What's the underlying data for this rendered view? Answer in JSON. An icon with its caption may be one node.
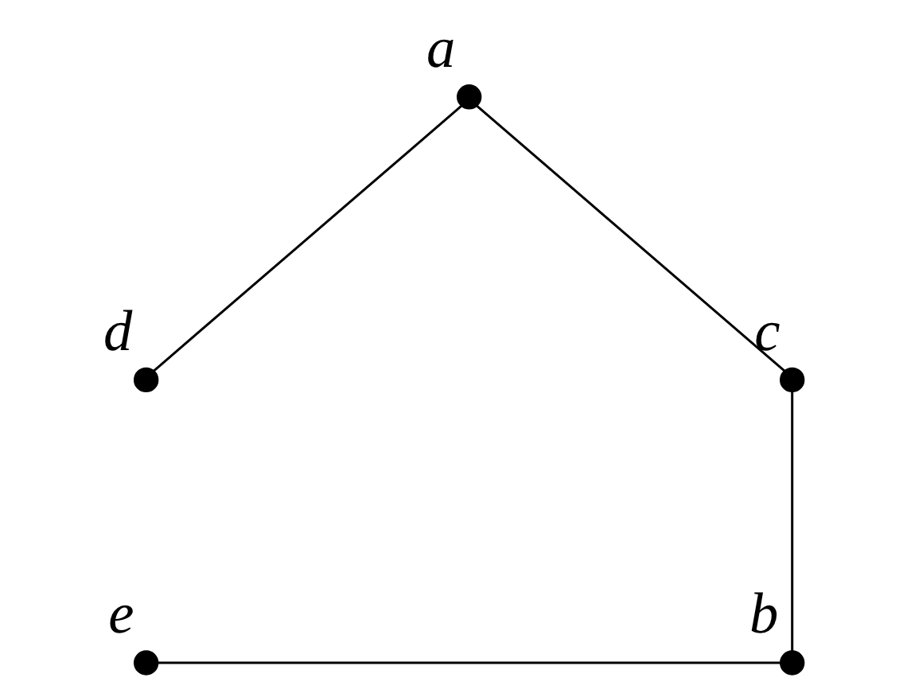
{
  "diagram": {
    "nodes": [
      {
        "text": [],
        "shape": "circle",
        "beside": [
          "a"
        ]
      },
      {
        "text": [],
        "shape": "circle",
        "beside": [
          "c"
        ]
      },
      {
        "text": [],
        "shape": "circle",
        "beside": [
          "d"
        ]
      },
      {
        "text": [],
        "shape": "circle",
        "beside": [
          "e"
        ]
      },
      {
        "text": [],
        "shape": "circle",
        "beside": [
          "b"
        ]
      }
    ],
    "edges": [
      {
        "from": 0,
        "to": 2,
        "arrow": "none"
      },
      {
        "from": 0,
        "to": 1,
        "arrow": "none"
      },
      {
        "from": 1,
        "to": 4,
        "arrow": "none"
      },
      {
        "from": 3,
        "to": 4,
        "arrow": "none"
      }
    ]
  }
}
